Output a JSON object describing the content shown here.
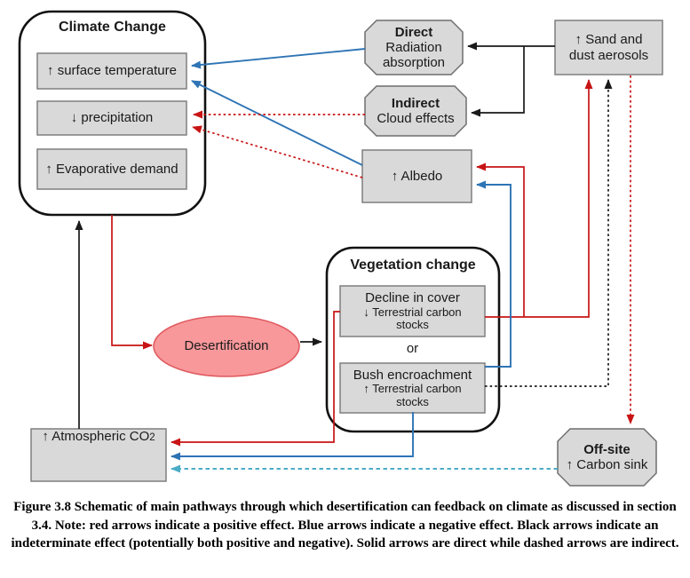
{
  "colors": {
    "positive_red": "#C81414",
    "negative_blue": "#2E74B5",
    "indirect_dashed_blue": "#4BACC6",
    "indeterminate_black": "#1a1a1a",
    "node_fill_gray": "#D9D9D9",
    "desertification_fill": "#F8989B"
  },
  "climate": {
    "title": "Climate Change",
    "surface_temperature": "↑ surface temperature",
    "precipitation": "↓ precipitation",
    "evaporative_demand": "↑ Evaporative demand"
  },
  "aerosol_effects": {
    "direct_title": "Direct",
    "direct_sub": "Radiation absorption",
    "indirect_title": "Indirect",
    "indirect_sub": "Cloud effects"
  },
  "sand_dust": "↑ Sand and dust aerosols",
  "albedo": "↑ Albedo",
  "vegetation": {
    "title": "Vegetation change",
    "decline_title": "Decline in cover",
    "decline_sub": "↓ Terrestrial carbon stocks",
    "or_label": "or",
    "bush_title": "Bush encroachment",
    "bush_sub": "↑ Terrestrial carbon stocks"
  },
  "desertification": "Desertification",
  "co2": {
    "main": "↑ Atmospheric CO",
    "subscript": "2"
  },
  "offsite": {
    "title": "Off-site",
    "sub": "↑ Carbon sink"
  },
  "caption": "Figure 3.8 Schematic of main pathways through which desertification can feedback on climate as discussed in section 3.4. Note: red arrows indicate a positive effect. Blue arrows indicate a negative effect. Black arrows indicate an indeterminate effect (potentially both positive and negative). Solid arrows are direct while dashed arrows are indirect."
}
